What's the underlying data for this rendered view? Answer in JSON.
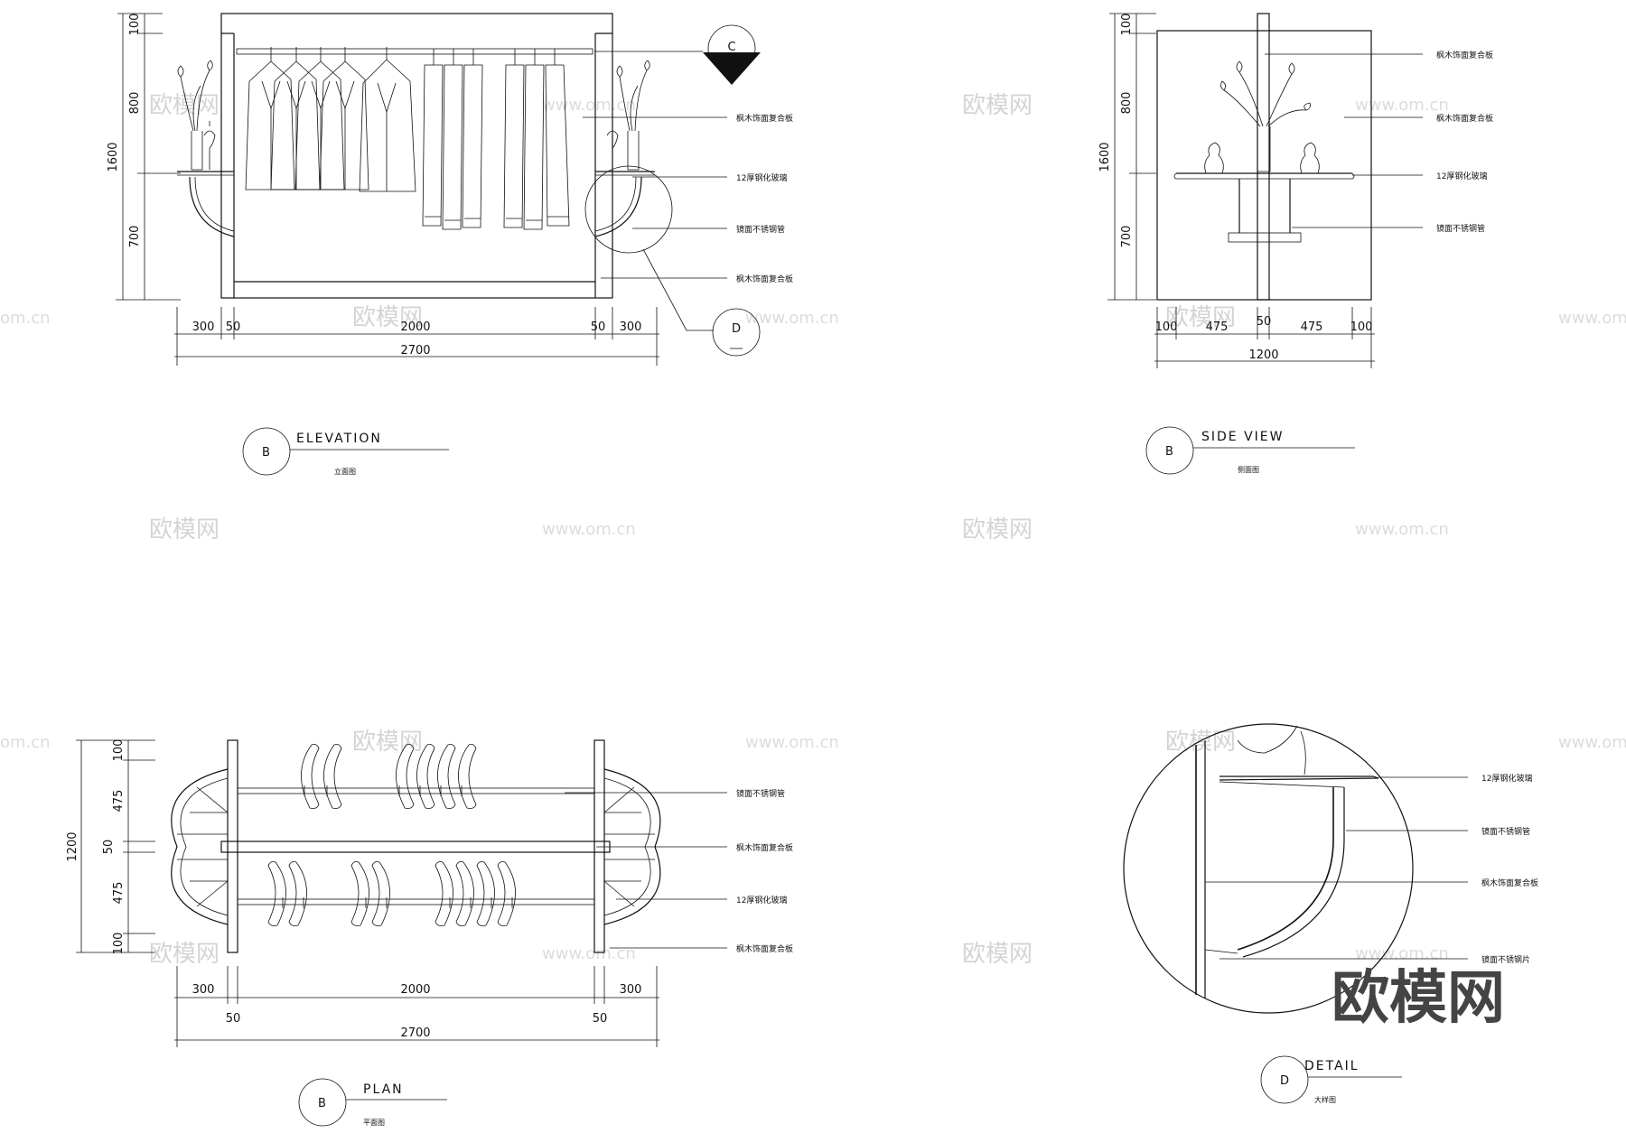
{
  "watermarks": {
    "brand": "欧模网",
    "url": "www.om.cn",
    "url_cut": "om.cn"
  },
  "elevation": {
    "title": "ELEVATION",
    "subtitle": "立面图",
    "marker": "B",
    "dims_v": [
      "100",
      "800",
      "1600",
      "700"
    ],
    "dims_h": [
      "300",
      "50",
      "2000",
      "50",
      "300"
    ],
    "total": "2700",
    "callouts": [
      "枫木饰面复合板",
      "12厚钢化玻璃",
      "镜面不锈钢管",
      "枫木饰面复合板"
    ],
    "section_c": "C",
    "section_d": "D"
  },
  "side": {
    "title": "SIDE VIEW",
    "subtitle": "侧面图",
    "marker": "B",
    "dims_v": [
      "100",
      "800",
      "1600",
      "700"
    ],
    "dims_h": [
      "100",
      "475",
      "50",
      "475",
      "100"
    ],
    "total": "1200",
    "callouts": [
      "枫木饰面复合板",
      "枫木饰面复合板",
      "12厚钢化玻璃",
      "镜面不锈钢管"
    ]
  },
  "plan": {
    "title": "PLAN",
    "subtitle": "平面图",
    "marker": "B",
    "dims_v": [
      "100",
      "475",
      "50",
      "1200",
      "475",
      "100"
    ],
    "dims_h_top": [
      "300",
      "2000",
      "300"
    ],
    "dims_h_mid": [
      "50",
      "50"
    ],
    "total": "2700",
    "callouts": [
      "镜面不锈钢管",
      "枫木饰面复合板",
      "12厚钢化玻璃",
      "枫木饰面复合板"
    ]
  },
  "detail": {
    "title": "DETAIL",
    "subtitle": "大样图",
    "marker": "D",
    "callouts": [
      "12厚钢化玻璃",
      "镜面不锈钢管",
      "枫木饰面复合板",
      "镜面不锈钢片"
    ]
  },
  "logo_text": "欧模网"
}
